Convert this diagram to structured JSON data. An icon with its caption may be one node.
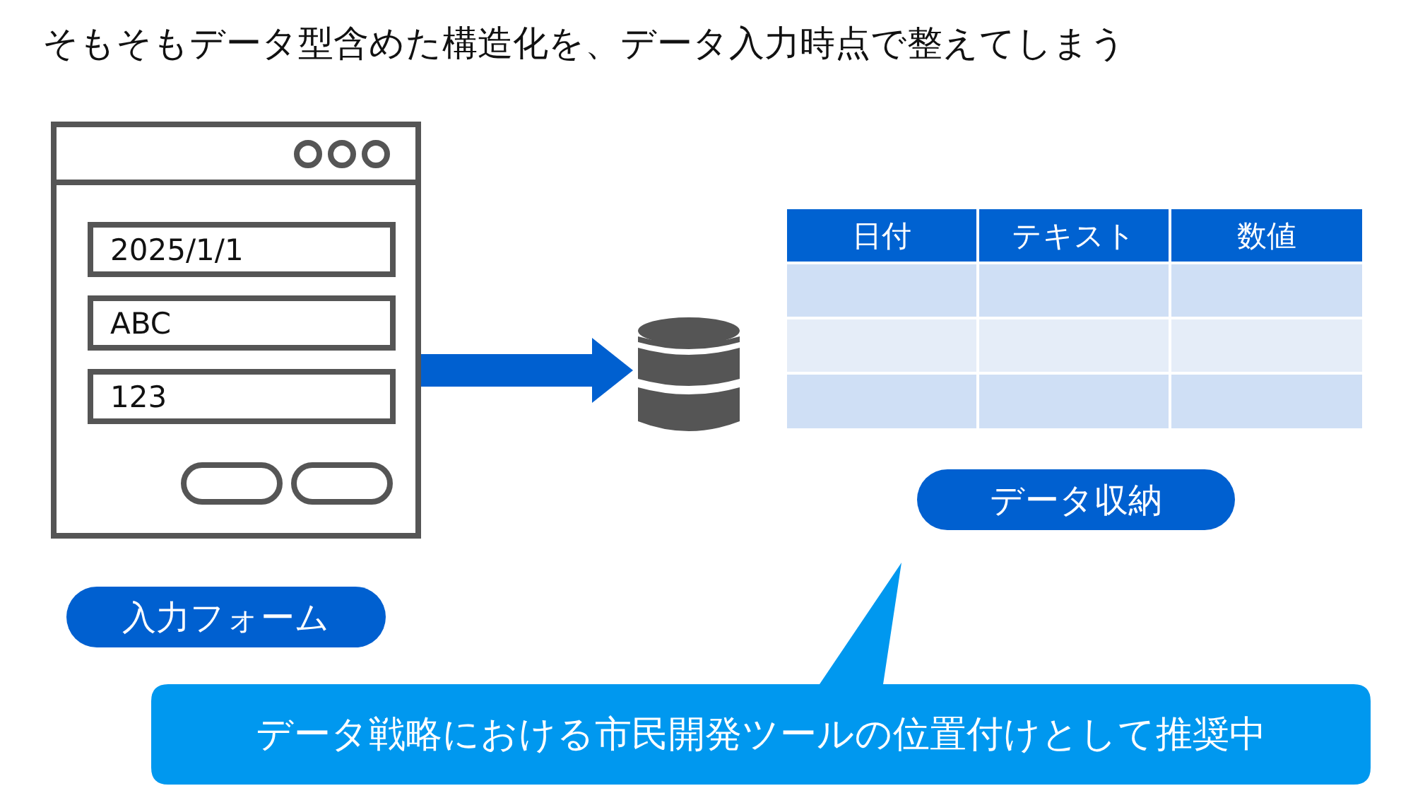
{
  "diagram": {
    "title": "そもそもデータ型含めた構造化を、データ入力時点で整えてしまう",
    "nodes": [
      {
        "text": [],
        "shape": "box"
      },
      {
        "text": [
          "2025/1/1"
        ],
        "in": 0
      },
      {
        "text": [
          "ABC"
        ],
        "in": 0
      },
      {
        "text": [
          "123"
        ],
        "in": 0
      },
      {
        "text": [
          "入力フォーム"
        ]
      },
      {
        "text": [],
        "shape": "cylinder"
      },
      {
        "text": [
          "データ収納"
        ]
      },
      {
        "text": [
          "データ戦略における市民開発ツールの位置付けとして推奨中"
        ]
      }
    ],
    "edges": [
      {
        "from": 0,
        "to": 5,
        "arrow": "to"
      }
    ],
    "labels": [
      "日付",
      "テキスト",
      "数値"
    ]
  }
}
